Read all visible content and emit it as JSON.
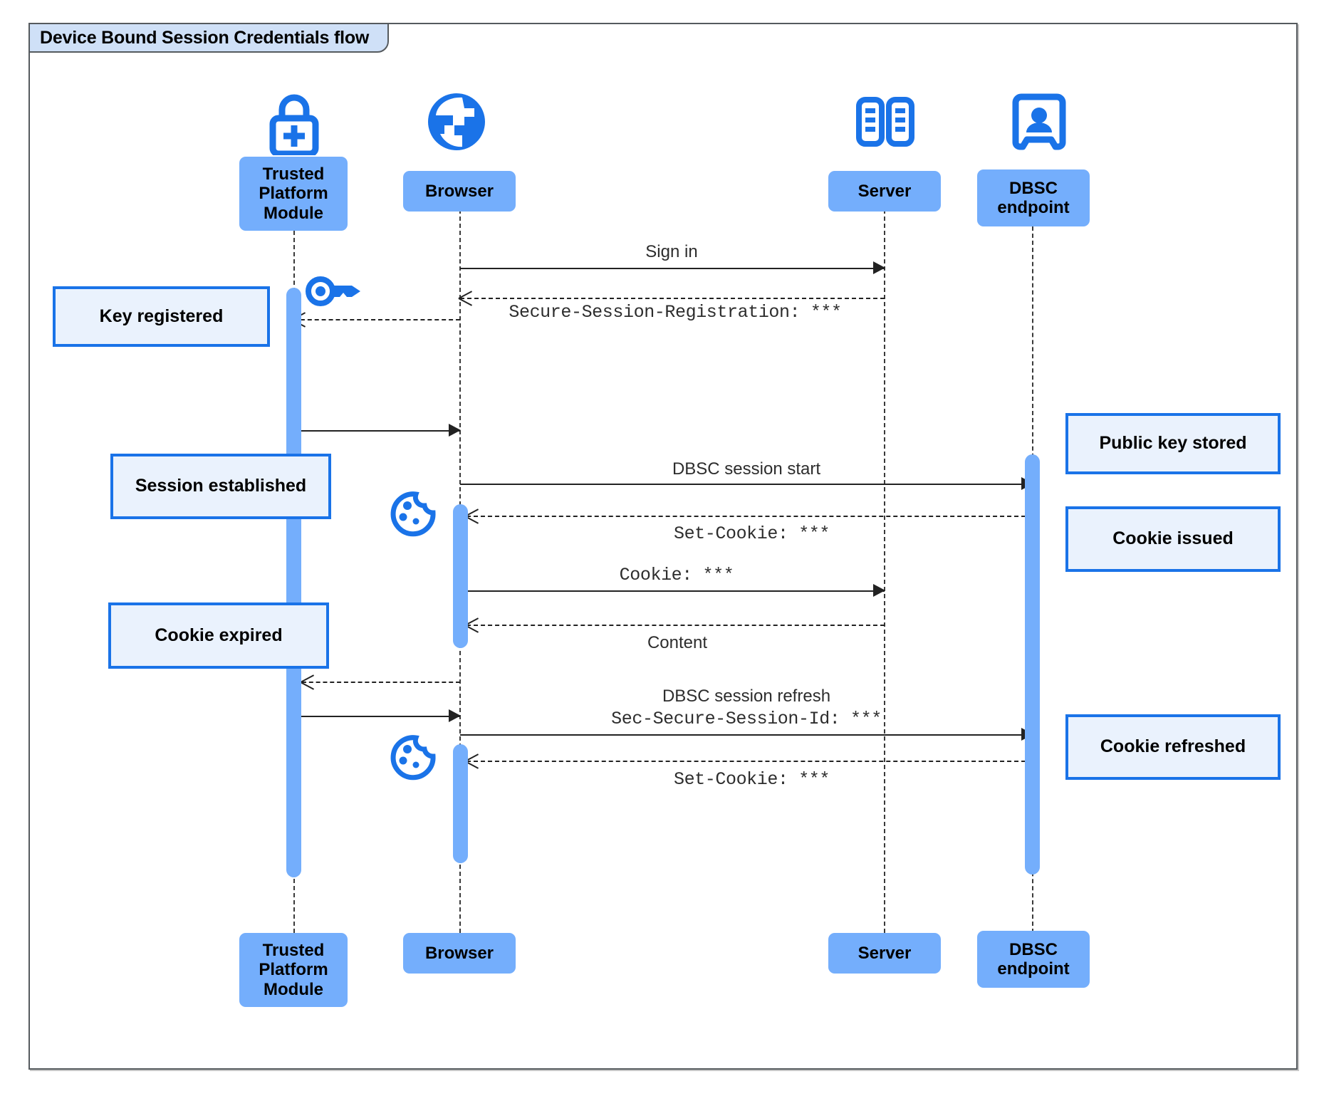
{
  "frame": {
    "title": "Device Bound Session Credentials flow"
  },
  "colors": {
    "participant_fill": "#74aefc",
    "note_fill": "#eaf2fd",
    "note_border": "#1a73e8",
    "icon_blue": "#1a73e8",
    "frame_border": "#555a5e",
    "frame_tab_fill": "#cfe0f7"
  },
  "participants": [
    {
      "id": "tpm",
      "label": "Trusted Platform Module",
      "icon": "lock-plus-icon"
    },
    {
      "id": "browser",
      "label": "Browser",
      "icon": "globe-icon"
    },
    {
      "id": "server",
      "label": "Server",
      "icon": "server-racks-icon"
    },
    {
      "id": "dbsc",
      "label": "DBSC endpoint",
      "icon": "id-badge-icon"
    }
  ],
  "participants_bottom": [
    {
      "id": "tpm",
      "label": "Trusted Platform Module"
    },
    {
      "id": "browser",
      "label": "Browser"
    },
    {
      "id": "server",
      "label": "Server"
    },
    {
      "id": "dbsc",
      "label": "DBSC endpoint"
    }
  ],
  "messages": [
    {
      "id": "m1",
      "label": "Sign in",
      "style": "sans",
      "line": "solid",
      "from": "browser",
      "to": "server"
    },
    {
      "id": "m2",
      "label": "Secure-Session-Registration: ***",
      "style": "mono",
      "line": "dashed",
      "from": "server",
      "to": "browser"
    },
    {
      "id": "m3",
      "label": "",
      "style": "sans",
      "line": "solid",
      "from": "tpm",
      "to": "browser"
    },
    {
      "id": "m4",
      "label": "DBSC session start",
      "style": "sans",
      "line": "solid",
      "from": "browser",
      "to": "dbsc"
    },
    {
      "id": "m5",
      "label": "Set-Cookie: ***",
      "style": "mono",
      "line": "dashed",
      "from": "dbsc",
      "to": "browser"
    },
    {
      "id": "m6",
      "label": "Cookie: ***",
      "style": "mono",
      "line": "solid",
      "from": "browser",
      "to": "server"
    },
    {
      "id": "m7",
      "label": "Content",
      "style": "sans",
      "line": "dashed",
      "from": "server",
      "to": "browser"
    },
    {
      "id": "m8",
      "label": "DBSC session refresh",
      "style": "sans",
      "line": "dashed",
      "from": "browser",
      "to": "tpm"
    },
    {
      "id": "m9",
      "label": "Sec-Secure-Session-Id: ***",
      "style": "mono",
      "line": "solid",
      "from": "tpm",
      "to": "browser"
    },
    {
      "id": "m10",
      "label": "",
      "style": "sans",
      "line": "solid",
      "from": "browser",
      "to": "dbsc"
    },
    {
      "id": "m11",
      "label": "Set-Cookie: ***",
      "style": "mono",
      "line": "dashed",
      "from": "dbsc",
      "to": "browser"
    }
  ],
  "notes": [
    {
      "id": "n1",
      "label": "Key registered",
      "side": "left",
      "attached_to": "tpm"
    },
    {
      "id": "n2",
      "label": "Session established",
      "side": "left",
      "attached_to": "tpm"
    },
    {
      "id": "n3",
      "label": "Cookie expired",
      "side": "left",
      "attached_to": "tpm"
    },
    {
      "id": "n4",
      "label": "Public key stored",
      "side": "right",
      "attached_to": "dbsc"
    },
    {
      "id": "n5",
      "label": "Cookie issued",
      "side": "right",
      "attached_to": "dbsc"
    },
    {
      "id": "n6",
      "label": "Cookie refreshed",
      "side": "right",
      "attached_to": "dbsc"
    }
  ],
  "inline_icons": [
    {
      "id": "key1",
      "name": "key-icon",
      "near": "tpm"
    },
    {
      "id": "cookie1",
      "name": "cookie-icon",
      "near": "browser"
    },
    {
      "id": "cookie2",
      "name": "cookie-icon",
      "near": "browser"
    }
  ]
}
